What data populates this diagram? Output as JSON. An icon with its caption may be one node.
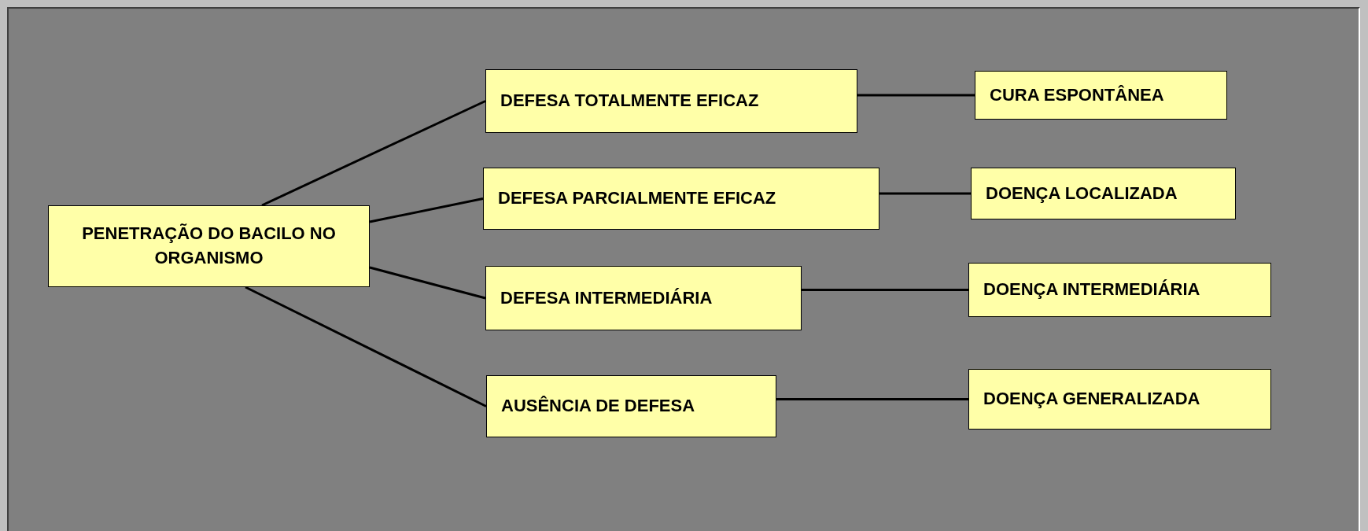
{
  "diagram": {
    "nodes": [
      {
        "text": [
          "PENETRAÇÃO DO BACILO NO ORGANISMO"
        ]
      },
      {
        "text": [
          "DEFESA TOTALMENTE EFICAZ"
        ]
      },
      {
        "text": [
          "CURA ESPONTÂNEA"
        ]
      },
      {
        "text": [
          "DEFESA PARCIALMENTE EFICAZ"
        ]
      },
      {
        "text": [
          "DOENÇA LOCALIZADA"
        ]
      },
      {
        "text": [
          "DEFESA INTERMEDIÁRIA"
        ]
      },
      {
        "text": [
          "DOENÇA INTERMEDIÁRIA"
        ]
      },
      {
        "text": [
          "AUSÊNCIA DE DEFESA"
        ]
      },
      {
        "text": [
          "DOENÇA GENERALIZADA"
        ]
      }
    ],
    "edges": [
      {
        "from": 0,
        "to": 1,
        "arrow": "none"
      },
      {
        "from": 0,
        "to": 3,
        "arrow": "none"
      },
      {
        "from": 0,
        "to": 5,
        "arrow": "none"
      },
      {
        "from": 0,
        "to": 7,
        "arrow": "none"
      },
      {
        "from": 1,
        "to": 2,
        "arrow": "none"
      },
      {
        "from": 3,
        "to": 4,
        "arrow": "none"
      },
      {
        "from": 5,
        "to": 6,
        "arrow": "none"
      },
      {
        "from": 7,
        "to": 8,
        "arrow": "none"
      }
    ]
  }
}
